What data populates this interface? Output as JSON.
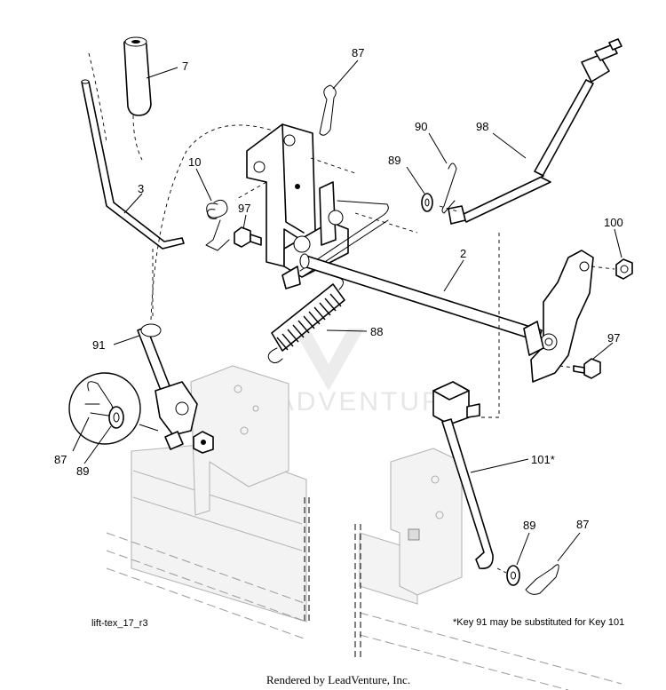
{
  "diagram": {
    "watermark_text": "LEADVENTURE",
    "drawing_code": "lift-tex_17_r3",
    "footnote": "*Key 91 may be substituted for Key 101",
    "footer": "Rendered by LeadVenture, Inc."
  },
  "callouts": [
    {
      "id": "c7",
      "label": "7"
    },
    {
      "id": "c87a",
      "label": "87"
    },
    {
      "id": "c10",
      "label": "10"
    },
    {
      "id": "c3",
      "label": "3"
    },
    {
      "id": "c97a",
      "label": "97"
    },
    {
      "id": "c90",
      "label": "90"
    },
    {
      "id": "c98",
      "label": "98"
    },
    {
      "id": "c89a",
      "label": "89"
    },
    {
      "id": "c100",
      "label": "100"
    },
    {
      "id": "c2",
      "label": "2"
    },
    {
      "id": "c88",
      "label": "88"
    },
    {
      "id": "c91",
      "label": "91"
    },
    {
      "id": "c97b",
      "label": "97"
    },
    {
      "id": "c87b",
      "label": "87"
    },
    {
      "id": "c89b",
      "label": "89"
    },
    {
      "id": "c101",
      "label": "101*"
    },
    {
      "id": "c89c",
      "label": "89"
    },
    {
      "id": "c87c",
      "label": "87"
    }
  ]
}
